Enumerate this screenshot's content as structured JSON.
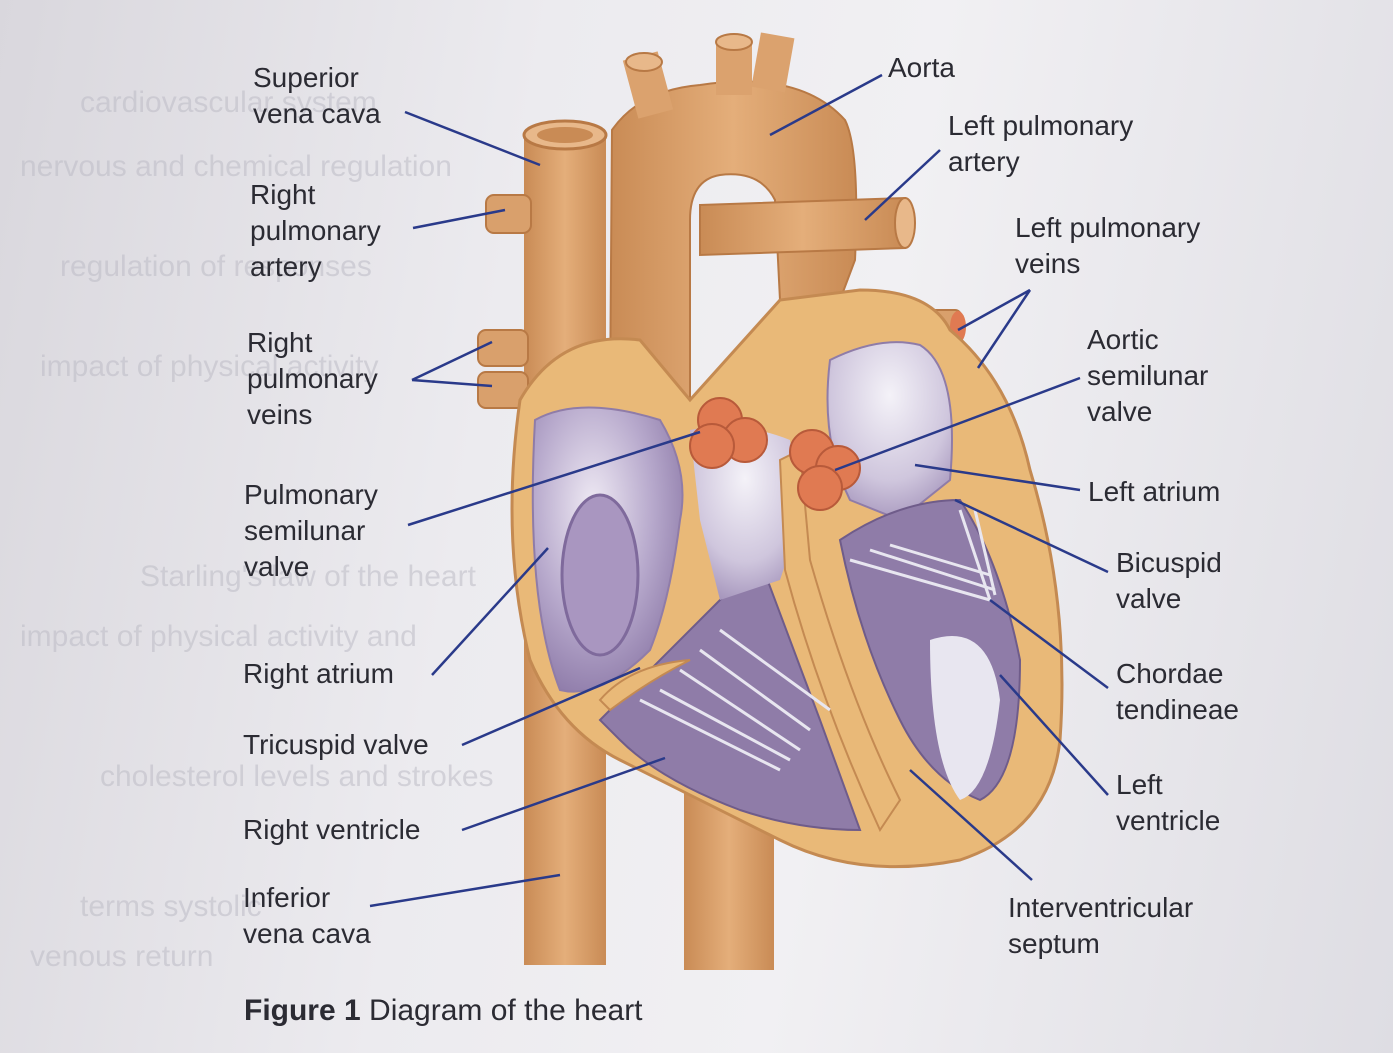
{
  "labels": {
    "superior_vena_cava": [
      "Superior",
      "vena cava"
    ],
    "right_pulmonary_artery": [
      "Right",
      "pulmonary",
      "artery"
    ],
    "right_pulmonary_veins": [
      "Right",
      "pulmonary",
      "veins"
    ],
    "pulmonary_semilunar_valve": [
      "Pulmonary",
      "semilunar",
      "valve"
    ],
    "right_atrium": "Right atrium",
    "tricuspid_valve": "Tricuspid valve",
    "right_ventricle": "Right ventricle",
    "inferior_vena_cava": [
      "Inferior",
      "vena cava"
    ],
    "aorta": "Aorta",
    "left_pulmonary_artery": [
      "Left pulmonary",
      "artery"
    ],
    "left_pulmonary_veins": [
      "Left pulmonary",
      "veins"
    ],
    "aortic_semilunar_valve": [
      "Aortic",
      "semilunar",
      "valve"
    ],
    "left_atrium": "Left atrium",
    "bicuspid_valve": [
      "Bicuspid",
      "valve"
    ],
    "chordae_tendineae": [
      "Chordae",
      "tendineae"
    ],
    "left_ventricle": [
      "Left",
      "ventricle"
    ],
    "interventricular_septum": [
      "Interventricular",
      "septum"
    ]
  },
  "caption": {
    "figure_number": "Figure 1",
    "text": "Diagram of the heart"
  },
  "colors": {
    "vessel": "#d9a06c",
    "vessel_dark": "#b87945",
    "heart_wall": "#e9b978",
    "chamber": "#8f7ca8",
    "chamber_light": "#d6cfe2",
    "valve": "#e07a52",
    "leader_line": "#2a3a8a"
  }
}
